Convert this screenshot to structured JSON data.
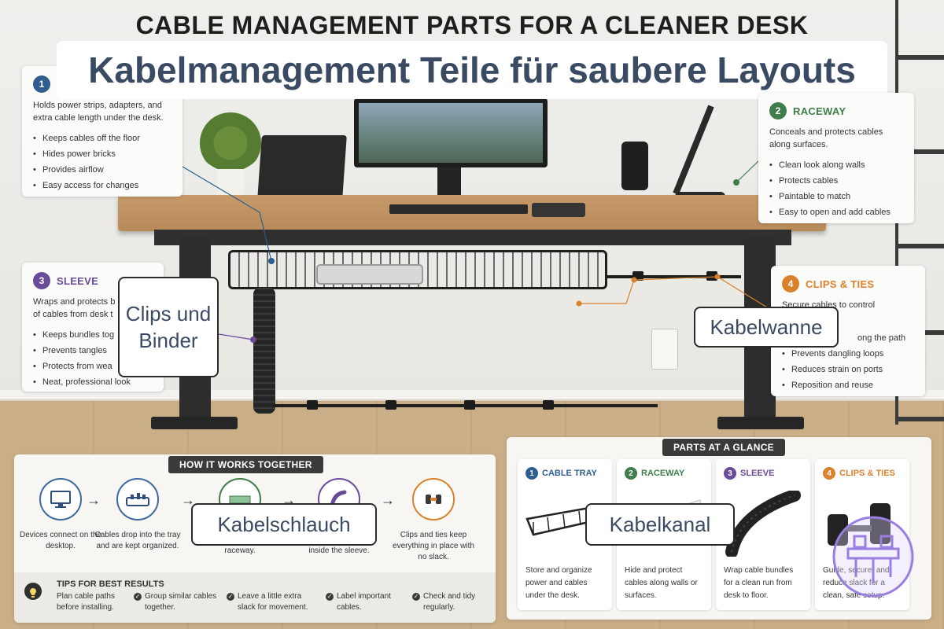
{
  "title": "CABLE MANAGEMENT PARTS FOR A CLEANER DESK",
  "banner": "Kabelmanagement Teile für saubere Layouts",
  "colors": {
    "tray": "#2f5d8f",
    "raceway": "#3f7d4a",
    "sleeve": "#6a4b9a",
    "clips": "#d9822b"
  },
  "cards": {
    "tray": {
      "num": "1",
      "desc": "Holds power strips, adapters, and extra cable length under the desk.",
      "bullets": [
        "Keeps cables off the floor",
        "Hides power bricks",
        "Provides airflow",
        "Easy access for changes"
      ]
    },
    "raceway": {
      "num": "2",
      "title": "RACEWAY",
      "desc": "Conceals and protects cables along surfaces.",
      "bullets": [
        "Clean look along walls",
        "Protects cables",
        "Paintable to match",
        "Easy to open and add cables"
      ]
    },
    "sleeve": {
      "num": "3",
      "title": "SLEEVE",
      "desc": "Wraps and protects b of cables from desk t",
      "bullets": [
        "Keeps bundles tog",
        "Prevents tangles",
        "Protects from wea",
        "Neat, professional look"
      ]
    },
    "clips": {
      "num": "4",
      "title": "CLIPS & TIES",
      "desc": "Secure cables to control ce slack.",
      "bullets": [
        "ong the path",
        "Prevents dangling loops",
        "Reduces strain on ports",
        "Reposition and reuse"
      ]
    }
  },
  "overlays": {
    "clips": "Clips und Binder",
    "tray": "Kabelwanne",
    "sleeve": "Kabelschlauch",
    "raceway": "Kabelkanal"
  },
  "how": {
    "title": "HOW IT WORKS TOGETHER",
    "steps": [
      {
        "icon": "monitor-icon",
        "text": "Devices connect on the desktop."
      },
      {
        "icon": "tray-icon",
        "text": "Cables drop into the tray and are kept organized."
      },
      {
        "icon": "raceway-icon",
        "text": "raceway."
      },
      {
        "icon": "sleeve-icon",
        "text": "inside the sleeve."
      },
      {
        "icon": "clip-icon",
        "text": "Clips and ties keep everything in place with no slack."
      }
    ],
    "arrow": "→",
    "tips_title": "TIPS FOR BEST RESULTS",
    "tips": [
      "Plan cable paths before installing.",
      "Group similar cables together.",
      "Leave a little extra slack for movement.",
      "Label important cables.",
      "Check and tidy regularly."
    ]
  },
  "glance": {
    "title": "PARTS AT A GLANCE",
    "parts": [
      {
        "num": "1",
        "title": "CABLE TRAY",
        "desc": "Store and organize power and cables under the desk."
      },
      {
        "num": "2",
        "title": "RACEWAY",
        "desc": "Hide and protect cables along walls or surfaces."
      },
      {
        "num": "3",
        "title": "SLEEVE",
        "desc": "Wrap cable bundles for a clean run from desk to floor."
      },
      {
        "num": "4",
        "title": "CLIPS & TIES",
        "desc": "Guide, secure, and reduce slack for a clean, safe setup."
      }
    ]
  }
}
